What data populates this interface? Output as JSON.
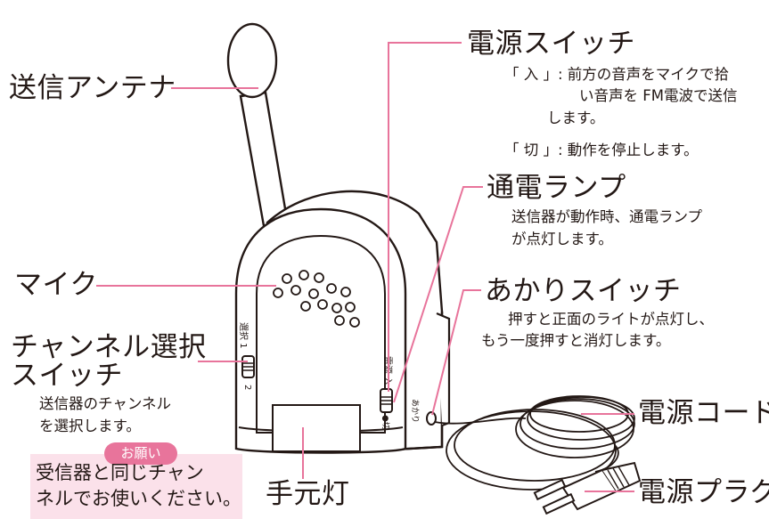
{
  "labels": {
    "antenna": "送信アンテナ",
    "mic": "マイク",
    "channel_line1": "チャンネル選択",
    "channel_line2": "スイッチ",
    "hand_light": "手元灯",
    "power_switch": "電源スイッチ",
    "power_lamp": "通電ランプ",
    "light_switch": "あかりスイッチ",
    "power_cord": "電源コード",
    "power_plug": "電源プラグ"
  },
  "descriptions": {
    "power_on_1": "「 入 」: 前方の音声をマイクで拾",
    "power_on_2": "い音声を FM電波で送信",
    "power_on_3": "します。",
    "power_off": "「 切 」: 動作を停止します。",
    "lamp_1": "送信器が動作時、通電ランプ",
    "lamp_2": "が点灯します。",
    "light_1": "押すと正面のライトが点灯し、",
    "light_2": "もう一度押すと消灯します。",
    "channel_1": "送信器のチャンネル",
    "channel_2": "を選択します。"
  },
  "note": {
    "badge": "お願い",
    "line1": "受信器と同じチャン",
    "line2": "ネルでお使いください。"
  },
  "device_marks": {
    "power_switch_label": "電源 入",
    "power_off_mark": "●切",
    "channel_marks": "選択 1",
    "channel_mark_2": "2",
    "light_switch_label": "あかり"
  },
  "colors": {
    "leader_line": "#e8749b",
    "outline": "#231815",
    "body_fill": "#ffffff",
    "note_bg": "#fbe1ea",
    "badge_bg": "#e8749b"
  }
}
